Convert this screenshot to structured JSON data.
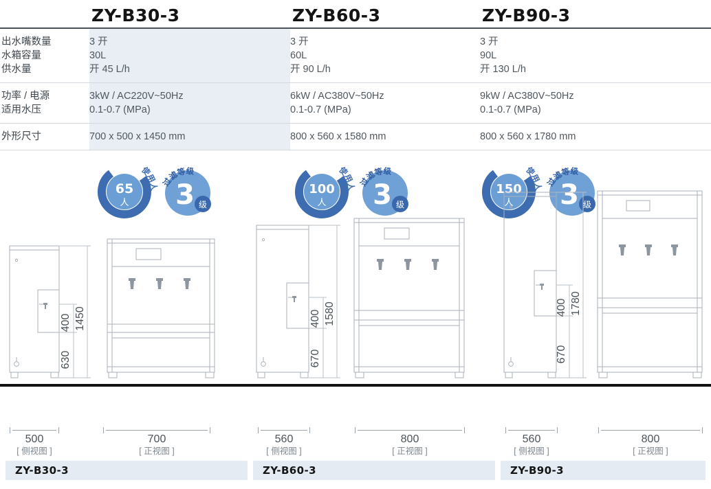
{
  "table": {
    "label_column_header": "",
    "product_headers": [
      "ZY-B30-3",
      "ZY-B60-3",
      "ZY-B90-3"
    ],
    "groups": [
      {
        "labels": [
          "出水嘴数量",
          "水箱容量",
          "供水量"
        ],
        "values": [
          [
            "3 开",
            "30L",
            "开 45 L/h"
          ],
          [
            "3 开",
            "60L",
            "开 90 L/h"
          ],
          [
            "3 开",
            "90L",
            "开 130 L/h"
          ]
        ]
      },
      {
        "labels": [
          "功率 / 电源",
          "适用水压"
        ],
        "values": [
          [
            "3kW / AC220V~50Hz",
            "0.1-0.7 (MPa)"
          ],
          [
            "6kW / AC380V~50Hz",
            "0.1-0.7 (MPa)"
          ],
          [
            "9kW / AC380V~50Hz",
            "0.1-0.7 (MPa)"
          ]
        ]
      },
      {
        "labels": [
          "外形尺寸"
        ],
        "values": [
          [
            "700 x 500 x 1450 mm"
          ],
          [
            "800 x 560 x 1580 mm"
          ],
          [
            "800 x 560 x 1780 mm"
          ]
        ]
      }
    ]
  },
  "badges": {
    "people_arc_label": "使用人数",
    "people_unit": "人",
    "filter_arc_label": "过滤等级",
    "filter_unit": "级",
    "groups": [
      {
        "people_count": "65",
        "filter_grade": "3"
      },
      {
        "people_count": "100",
        "filter_grade": "3"
      },
      {
        "people_count": "150",
        "filter_grade": "3"
      }
    ]
  },
  "drawings": [
    {
      "side_height_upper": "400",
      "side_height_lower": "630",
      "side_height_total": "1450",
      "side_width": "500",
      "side_view_label": "[ 侧视图 ]",
      "front_width": "700",
      "front_view_label": "[ 正视图 ]",
      "taps": 3
    },
    {
      "side_height_upper": "400",
      "side_height_lower": "670",
      "side_height_total": "1580",
      "side_width": "560",
      "side_view_label": "[ 侧视图 ]",
      "front_width": "800",
      "front_view_label": "[ 正视图 ]",
      "taps": 3
    },
    {
      "side_height_upper": "400",
      "side_height_lower": "670",
      "side_height_total": "1780",
      "side_width": "560",
      "side_view_label": "[ 侧视图 ]",
      "front_width": "800",
      "front_view_label": "[ 正视图 ]",
      "taps": 3
    }
  ],
  "footers": [
    "ZY-B30-3",
    "ZY-B60-3",
    "ZY-B90-3"
  ],
  "colors": {
    "badge_ring_dark": "#3d6cb0",
    "badge_inner_light": "#6b9ed4",
    "badge_filter_blue": "#6fa0d6",
    "badge_filter_dark": "#3a68ac",
    "table_tint": "#e8eef3",
    "footer_band": "#e4ebf2",
    "rule": "#4a5158",
    "ground_line": "#111111",
    "drawing_stroke": "#a9b2ba"
  }
}
